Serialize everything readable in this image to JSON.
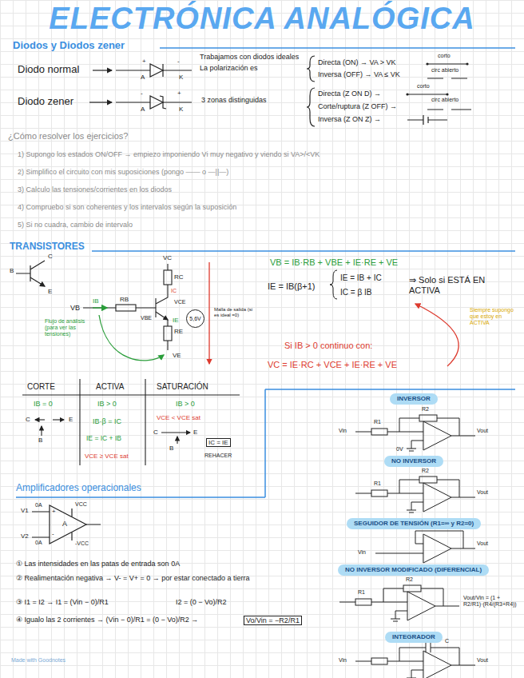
{
  "diagram": {
    "title": "ELECTRÓNICA ANALÓGICA",
    "nodes": [
      {
        "text": [
          "5,6V"
        ]
      },
      {
        "text": [
          "INVERSOR"
        ]
      },
      {
        "text": [
          "NO INVERSOR"
        ]
      },
      {
        "text": [
          "SEGUIDOR DE TENSIÓN (R1=∞ y R2=0)"
        ]
      },
      {
        "text": [
          "NO INVERSOR MODIFICADO (DIFERENCIAL)"
        ]
      },
      {
        "text": [
          "INTEGRADOR"
        ]
      }
    ],
    "labels": [
      "Diodos y Diodos zener",
      "Diodo normal",
      "Trabajamos con diodos ideales",
      "La polarización es",
      "Directa (ON) → VA > VK",
      "corto",
      "Inversa (OFF) → VA ≤ VK",
      "circ abierto",
      "Diodo zener",
      "3 zonas distinguidas",
      "Directa (Z ON D) →",
      "corto",
      "Corte/ruptura (Z OFF) →",
      "circ abierto",
      "Inversa (Z ON Z) →",
      "+",
      "-",
      "A",
      "K",
      "-",
      "+",
      "A",
      "K",
      "¿Cómo resolver los ejercicios?",
      "1) Supongo los estados ON/OFF → empiezo imponiendo Vi muy negativo y viendo si VA>/<VK",
      "2) Simplifico el circuito con mis suposiciones (pongo —— o —||—)",
      "3) Calculo las tensiones/corrientes en los diodos",
      "4) Compruebo si son coherentes y los intervalos según la suposición",
      "5) Si no cuadra, cambio de intervalo",
      "TRANSISTORES",
      "B",
      "C",
      "E",
      "VC",
      "RC",
      "IC",
      "VB",
      "IB",
      "RB",
      "VCE",
      "VBE",
      "IE",
      "RE",
      "VE",
      "Malla de salida (si es ideal =0)",
      "Flujo de análisis (para ver las tensiones)",
      "VB = IB·RB + VBE + IE·RE + VE",
      "IE = IB(β+1)",
      "IE = IB + IC",
      "IC = β IB",
      "⇒ Solo si ESTÁ EN ACTIVA",
      "Siempre supongo que estoy en ACTIVA",
      "Si IB > 0 continuo con:",
      "VC = IE·RC + VCE + IE·RE + VE",
      "CORTE",
      "ACTIVA",
      "SATURACIÓN",
      "IB = 0",
      "IB > 0",
      "IB > 0",
      "IB·β = IC",
      "IE = IC + IB",
      "VCE ≥ VCE sat",
      "VCE < VCE sat",
      "IC = IE",
      "REHACER",
      "C",
      "E",
      "B",
      "C",
      "E",
      "B",
      "Amplificadores operacionales",
      "V1",
      "V2",
      "0A",
      "0A",
      "VCC",
      "-VCC",
      "A",
      "+",
      "-",
      "① Las intensidades en las patas de entrada son 0A",
      "② Realimentación negativa → V- = V+ = 0 → por estar conectado a tierra",
      "③ I1 = I2 → I1 = (Vin − 0)/R1",
      "I2 = (0 − Vo)/R2",
      "④ Igualo las 2 corrientes → (Vin − 0)/R1 = (0 − Vo)/R2 →",
      "Vo/Vin = −R2/R1",
      "Made with Goodnotes",
      "Vin",
      "R1",
      "R2",
      "0V",
      "Vout",
      "R1",
      "R2",
      "Vout",
      "Vin",
      "Vout",
      "R1",
      "R2",
      "Vout/Vin = (1 + R2/R1)·(R4/(R3+R4))",
      "Vin",
      "Vout",
      "C"
    ]
  }
}
